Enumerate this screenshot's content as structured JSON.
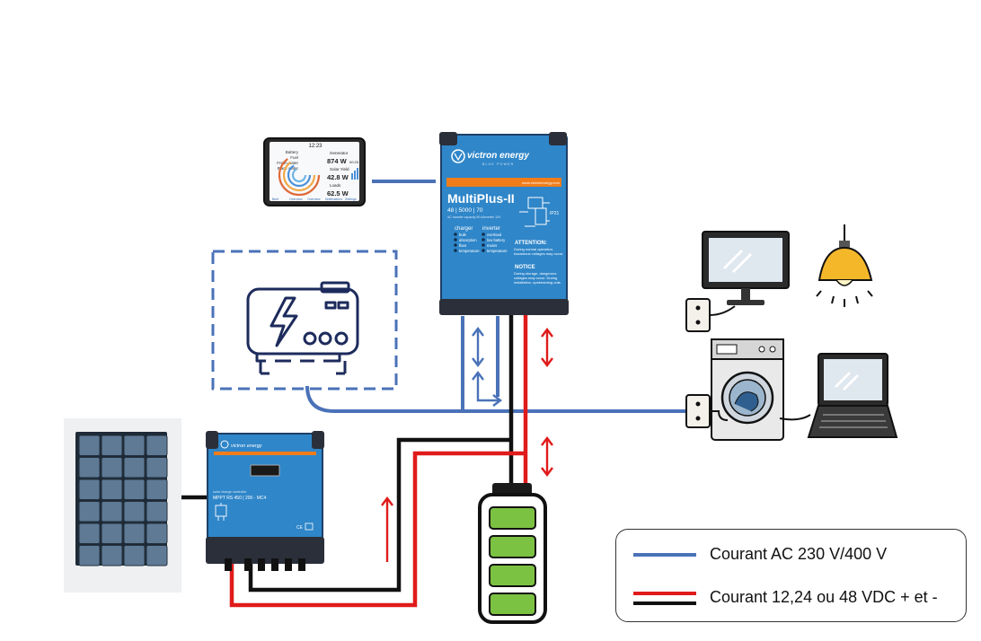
{
  "colors": {
    "ac_line": "#4a72b8",
    "dc_positive": "#e01b1b",
    "dc_negative": "#111111",
    "victron_blue": "#2f86c9",
    "victron_dark": "#1f5f96",
    "battery_green": "#7cc242",
    "bulb_yellow": "#f5b72a"
  },
  "inverter": {
    "brand": "victron energy",
    "brand_sub": "BLUE POWER",
    "website": "www.victronenergy.com",
    "model": "MultiPlus-II",
    "rating": "48 | 5000 | 70",
    "rating_note": "AC transfer capacity 50 A/inverter 12V",
    "ip_rating": "IP21",
    "charger_heading": "charger",
    "charger_states": [
      "bulk",
      "absorption",
      "float",
      "temperature"
    ],
    "inverter_heading": "inverter",
    "inverter_states": [
      "overload",
      "low battery",
      "mains",
      "temperature"
    ],
    "attention_title": "ATTENTION:",
    "attention_text": "During normal operation, hazardous voltages may occur.",
    "notice_title": "NOTICE",
    "notice_text": "During storage, dangerous voltages may occur. During installation, upstreaming outs."
  },
  "display": {
    "time": "12:23",
    "tank_labels": [
      "Battery",
      "Fuel",
      "Fresh water",
      "Black water"
    ],
    "generator_label": "Generator",
    "generator_value": "874 W",
    "generator_time": "00:25",
    "solar_label": "Solar Yield",
    "solar_value": "42.8 W",
    "loads_label": "Loads",
    "loads_value": "62.5 W",
    "nav_items": [
      "Brief",
      "Overview",
      "Overview",
      "Notifications",
      "Settings"
    ]
  },
  "mppt": {
    "brand": "victron energy",
    "subtitle": "solar charge controller",
    "model": "MPPT RS 450 | 200 - MC4",
    "marks": "CE"
  },
  "legend": {
    "ac_label": "Courant AC 230 V/400 V",
    "dc_label": "Courant 12,24 ou 48 VDC + et -"
  }
}
